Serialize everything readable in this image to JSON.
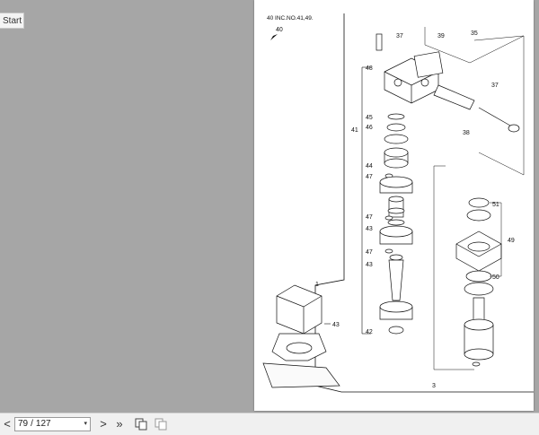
{
  "sidebar": {
    "start_label": "Start"
  },
  "document": {
    "header": "40 INC.NO.41,49.",
    "arrow_label": "40",
    "callouts": [
      "37",
      "39",
      "35",
      "48",
      "37",
      "45",
      "46",
      "41",
      "44",
      "47",
      "47",
      "43",
      "47",
      "43",
      "1",
      "43",
      "42",
      "38",
      "51",
      "49",
      "50",
      "3"
    ]
  },
  "toolbar": {
    "prev_glyph": "<",
    "next_glyph": ">",
    "last_glyph": "»",
    "current_page": "79",
    "separator": "/",
    "total_pages": "127",
    "dropdown_glyph": "▾"
  },
  "colors": {
    "background": "#a6a6a6",
    "page": "#ffffff",
    "toolbar": "#f0f0f0",
    "ink": "#111111"
  }
}
